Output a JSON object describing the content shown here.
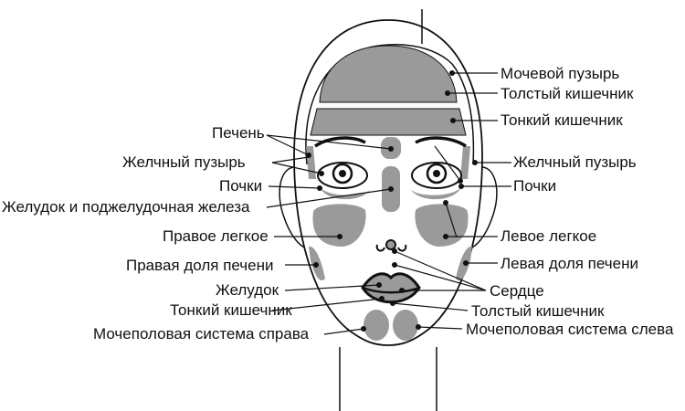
{
  "colors": {
    "zone_fill": "#9a9a9a",
    "line": "#111111",
    "background": "#ffffff"
  },
  "labels": {
    "left": {
      "liver": "Печень",
      "gallbladder": "Желчный пузырь",
      "kidneys": "Почки",
      "stomach_pancreas": "Желудок и поджелудочная железа",
      "right_lung": "Правое легкое",
      "right_liver_lobe": "Правая доля печени",
      "stomach": "Желудок",
      "small_intestine": "Тонкий кишечник",
      "urogenital_right": "Мочеполовая система справа"
    },
    "right": {
      "bladder": "Мочевой пузырь",
      "large_intestine": "Толстый кишечник",
      "small_intestine": "Тонкий кишечник",
      "gallbladder": "Желчный пузырь",
      "kidneys": "Почки",
      "left_lung": "Левое легкое",
      "left_liver_lobe": "Левая доля печени",
      "heart": "Сердце",
      "large_intestine_lower": "Толстый кишечник",
      "urogenital_left": "Мочеполовая система слева"
    }
  }
}
